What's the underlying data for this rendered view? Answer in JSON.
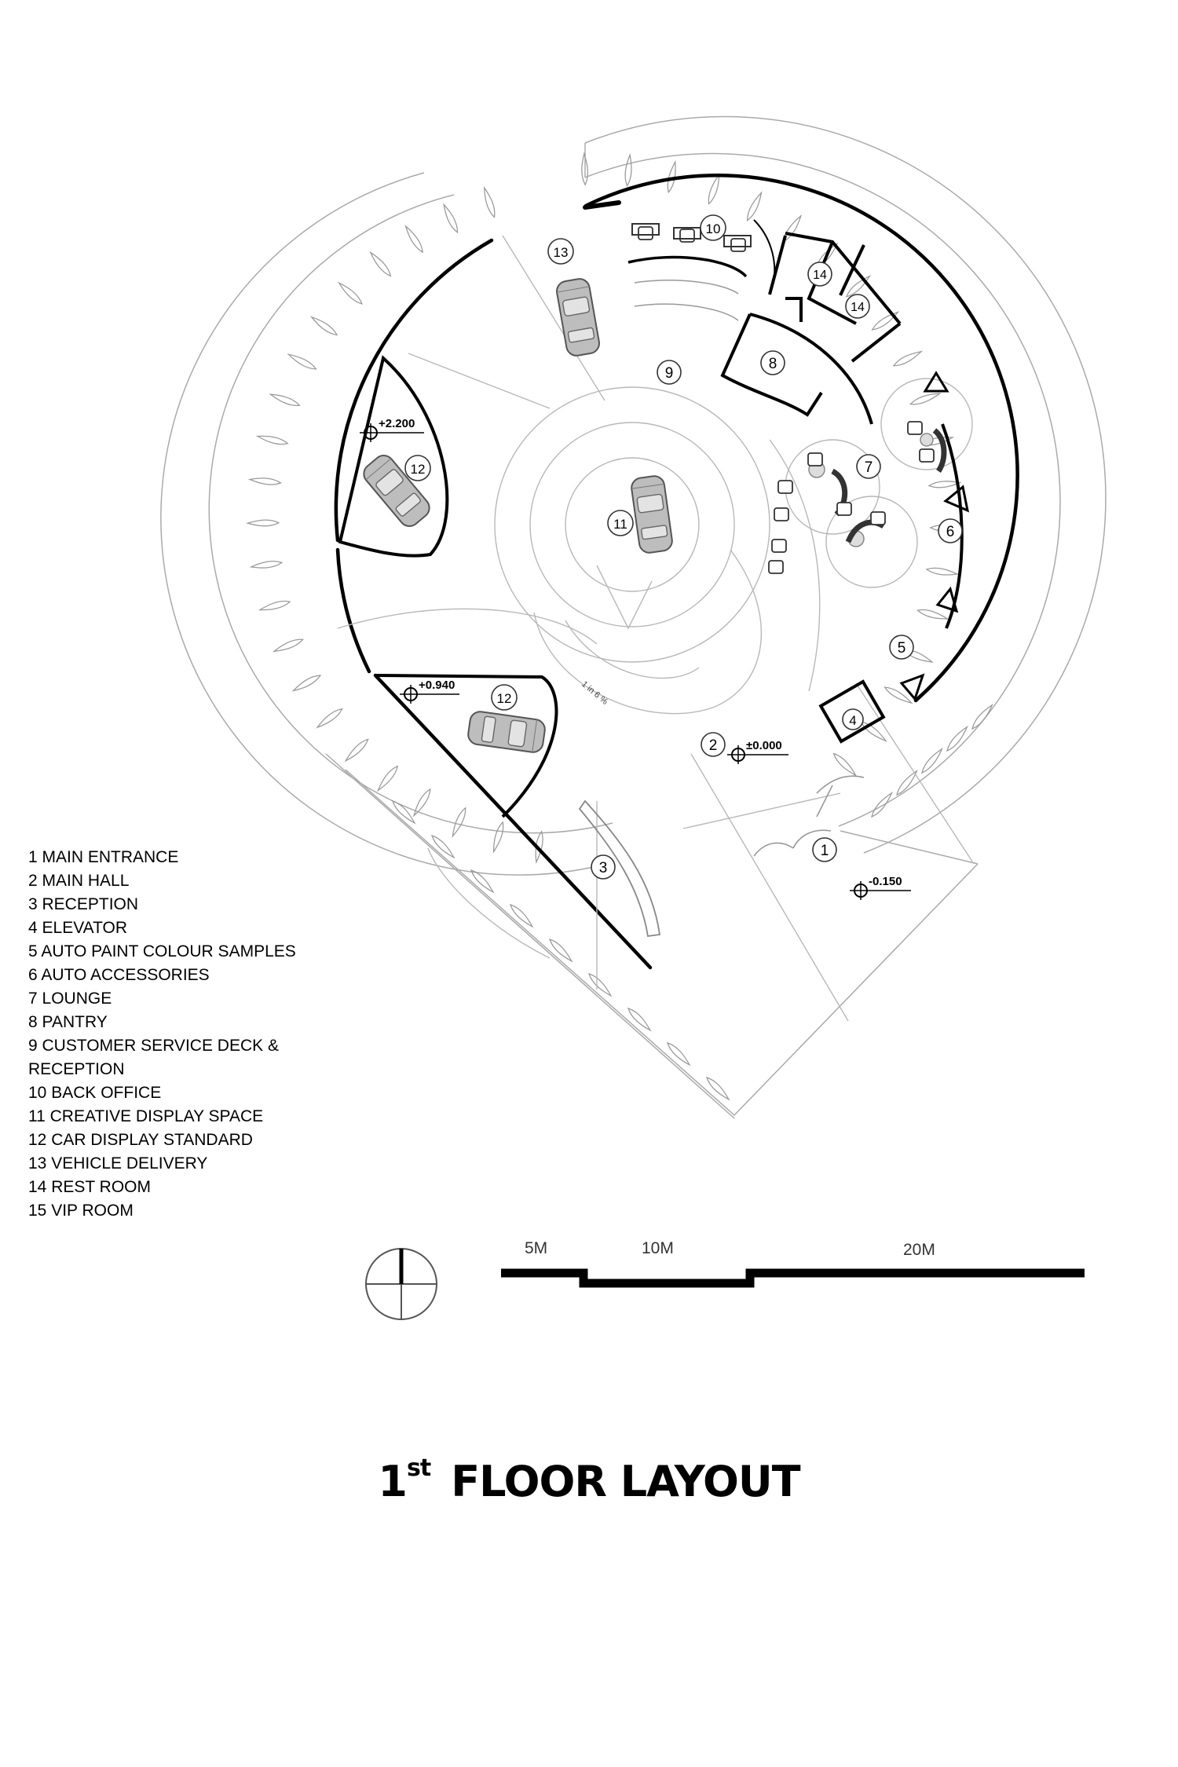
{
  "title": {
    "main": "1",
    "sup": "st",
    "rest": "FLOOR LAYOUT"
  },
  "legend": [
    "1 MAIN ENTRANCE",
    "2 MAIN HALL",
    "3 RECEPTION",
    "4 ELEVATOR",
    "5 AUTO PAINT COLOUR SAMPLES",
    "6 AUTO ACCESSORIES",
    "7 LOUNGE",
    "8 PANTRY",
    "9 CUSTOMER SERVICE DECK & RECEPTION",
    "10 BACK OFFICE",
    "11 CREATIVE DISPLAY SPACE",
    "12 CAR DISPLAY STANDARD",
    "13 VEHICLE DELIVERY",
    "14 REST ROOM",
    "15 VIP ROOM"
  ],
  "scale": {
    "a": "5M",
    "b": "10M",
    "c": "20M"
  },
  "room_tags": [
    "1",
    "2",
    "3",
    "4",
    "5",
    "6",
    "7",
    "8",
    "9",
    "10",
    "11",
    "12",
    "12",
    "13",
    "14",
    "14"
  ],
  "levels": [
    "+2.200",
    "+0.940",
    "±0.000",
    "-0.150"
  ],
  "ramp_label": "1 in 6 %"
}
